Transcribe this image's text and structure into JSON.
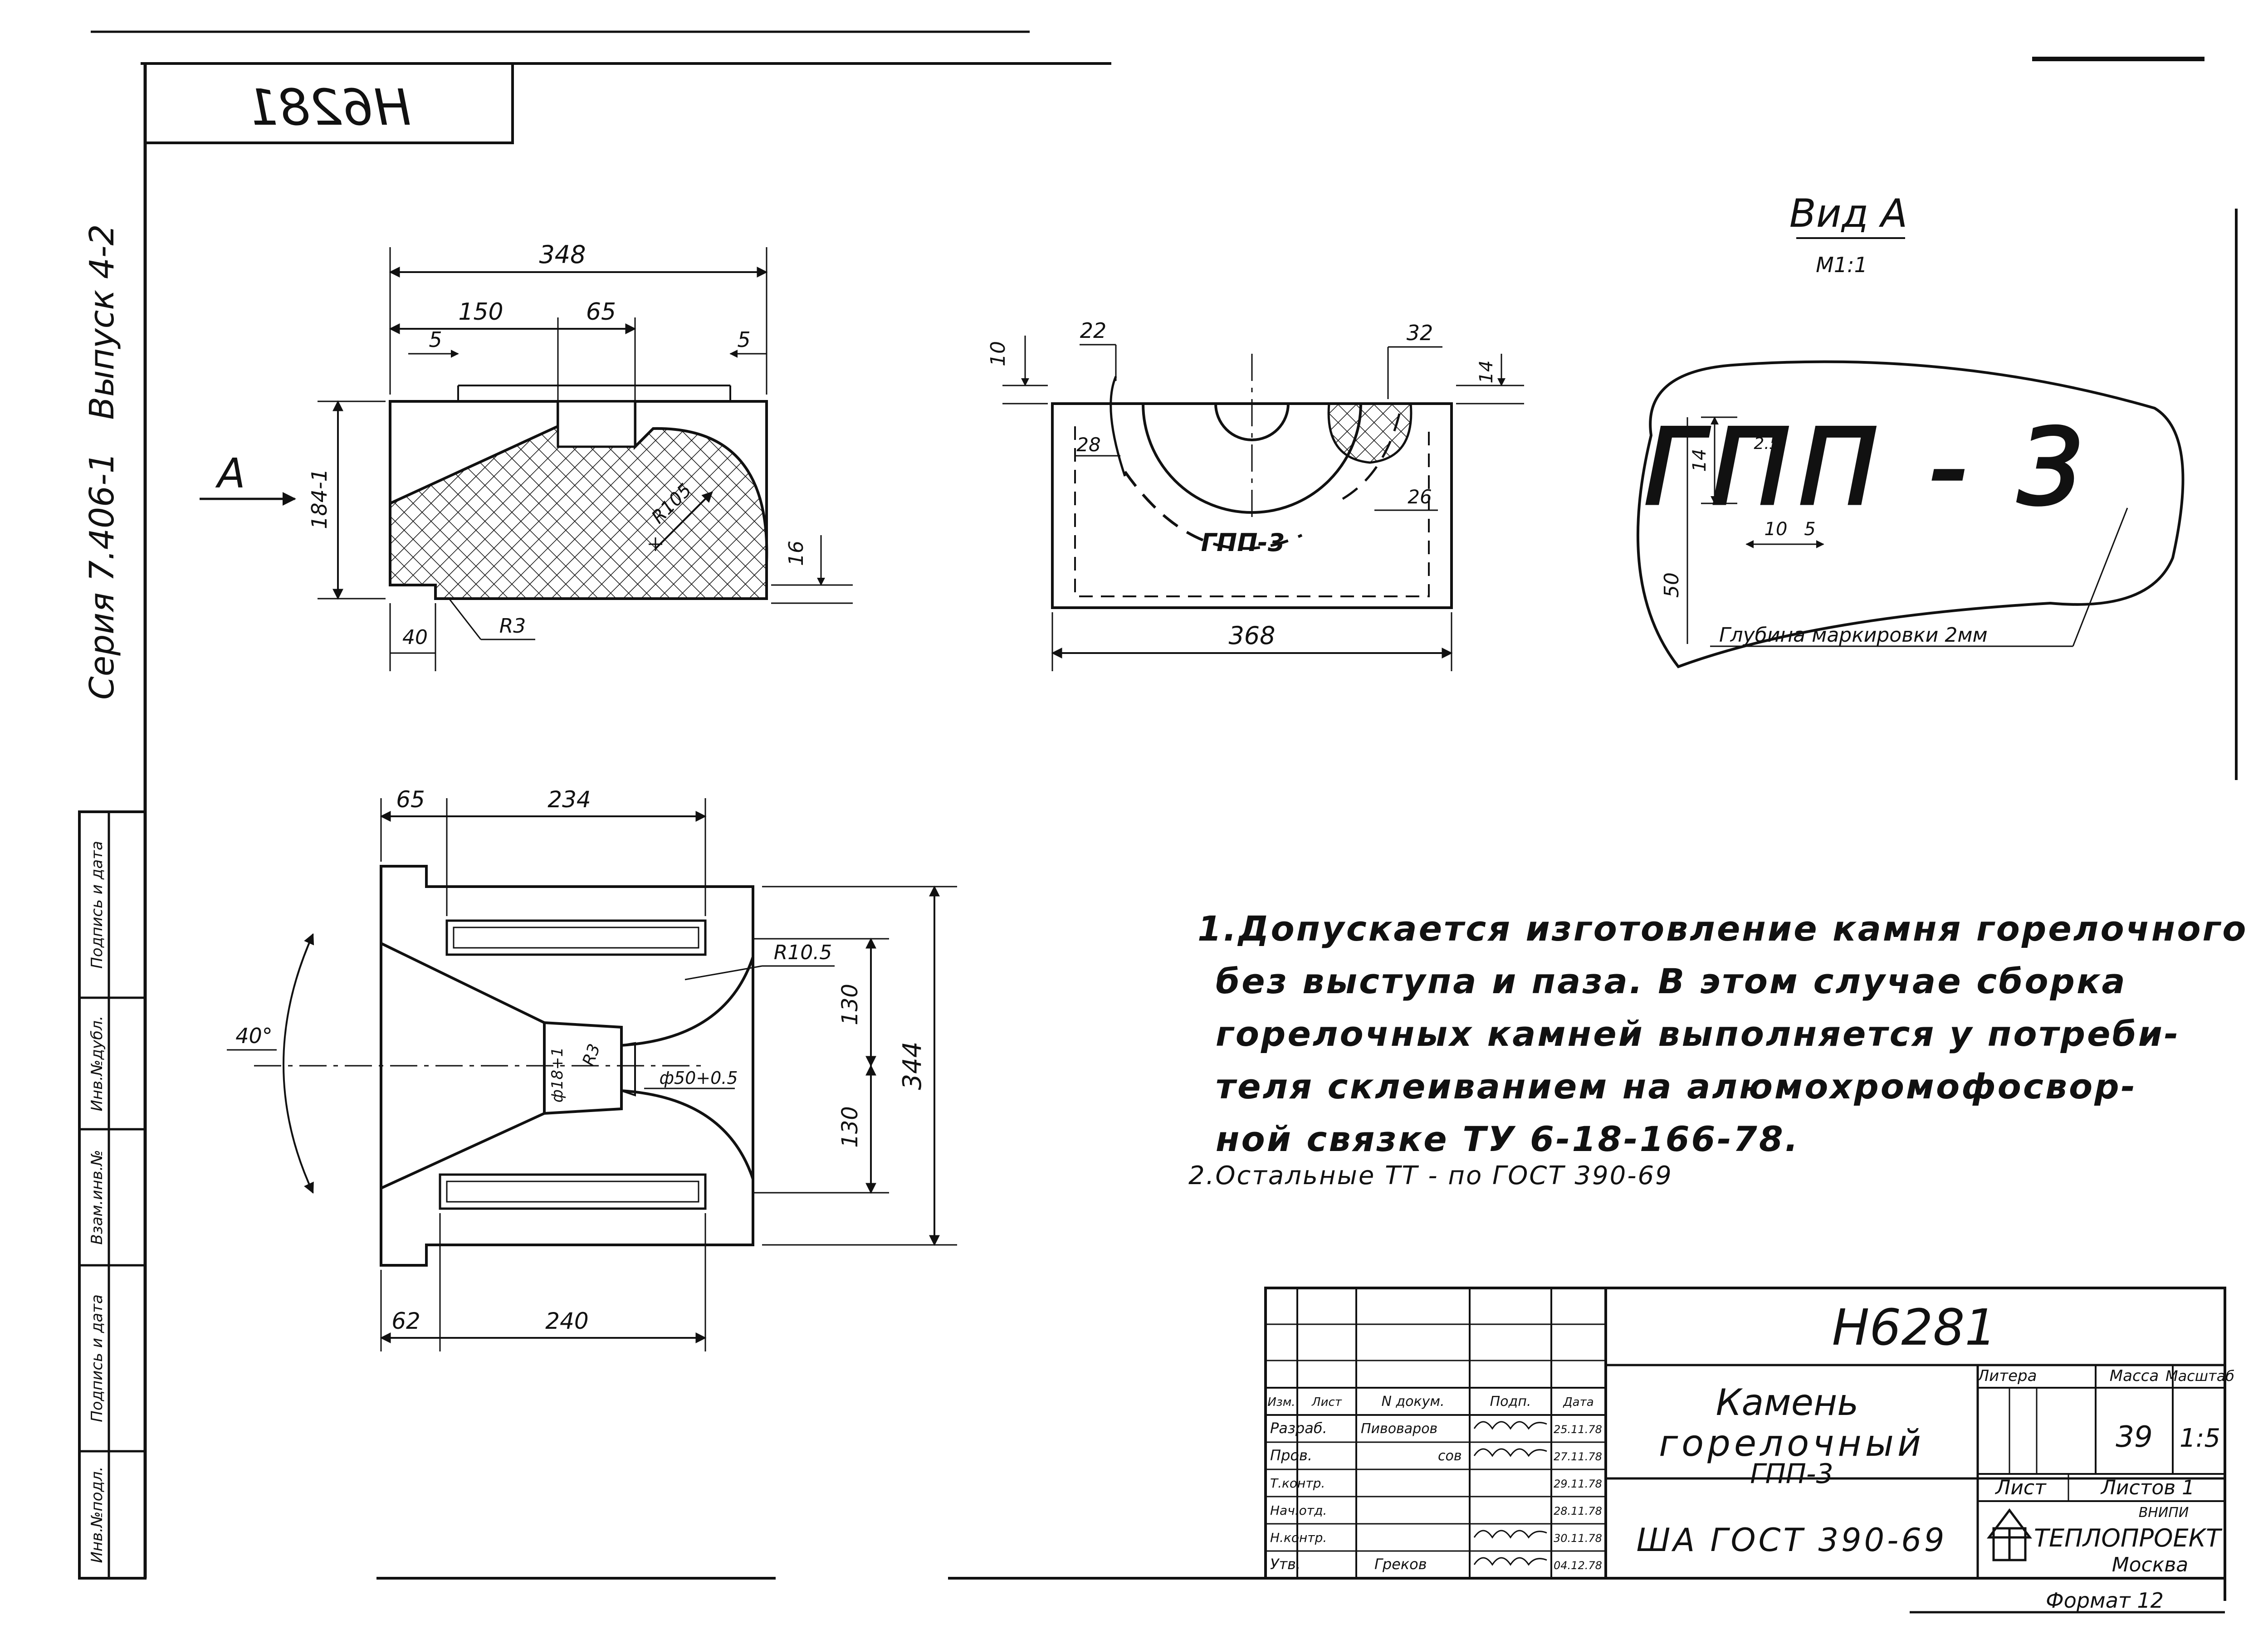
{
  "stamp": {
    "code_mirrored": "H6281"
  },
  "side_margin": {
    "series_label": "Серия 7.406-1",
    "issue_label": "Выпуск 4-2",
    "fields": [
      "Инв.№подл.",
      "Подпись и дата",
      "Взам.инв.№",
      "Инв.№дубл.",
      "Подпись и дата"
    ]
  },
  "view_a_arrow": {
    "label": "А"
  },
  "top_view": {
    "dims": [
      "348",
      "150",
      "65",
      "5",
      "5",
      "184-1",
      "R105",
      "16",
      "40",
      "R3"
    ]
  },
  "front_view": {
    "dims": [
      "10",
      "22",
      "32",
      "14",
      "28",
      "26",
      "368"
    ],
    "marking": "ГПП-3"
  },
  "section_view": {
    "dims": [
      "65",
      "234",
      "40°",
      "R10.5",
      "130",
      "130",
      "344",
      "R3",
      "ф18+1",
      "ф50+0.5",
      "62",
      "240"
    ]
  },
  "view_a": {
    "title": "Вид А",
    "scale": "М1:1",
    "marking": "ГПП - 3",
    "dims": [
      "14",
      "2.5",
      "10",
      "5",
      "50"
    ],
    "depth_note": "Глубина маркировки 2мм"
  },
  "notes": [
    "1.Допускается изготовление камня горелочного",
    "без выступа и паза. В этом случае сборка",
    "горелочных камней выполняется у потреби-",
    "теля склеиванием на алюмохромофосвор-",
    "ной связке ТУ 6-18-166-78."
  ],
  "note2": "2.Остальные ТТ - по ГОСТ 390-69",
  "title_block": {
    "code": "H6281",
    "title_line1": "Камень",
    "title_line2": "горелочный",
    "title_line3": "ГПП-3",
    "material": "ША ГОСТ 390-69",
    "col_litera": "Литера",
    "col_mass": "Масса",
    "col_scale": "Масштаб",
    "mass_value": "39",
    "scale_value": "1:5",
    "sheet_label": "Лист",
    "sheets_label": "Листов 1",
    "org_small": "ВНИПИ",
    "org_name": "ТЕПЛОПРОЕКТ",
    "city": "Москва",
    "format": "Формат 12",
    "header_cells": [
      "Изм.",
      "Лист",
      "N докум.",
      "Подп.",
      "Дата"
    ],
    "roles": [
      "Разраб.",
      "Пров.",
      "Т.контр.",
      "Нач.отд.",
      "Н.контр.",
      "Утв."
    ],
    "names": [
      "Пивоваров",
      "сов",
      "",
      "",
      "",
      "Греков"
    ],
    "dates": [
      "25.11.78",
      "27.11.78",
      "29.11.78",
      "28.11.78",
      "30.11.78",
      "04.12.78"
    ]
  }
}
